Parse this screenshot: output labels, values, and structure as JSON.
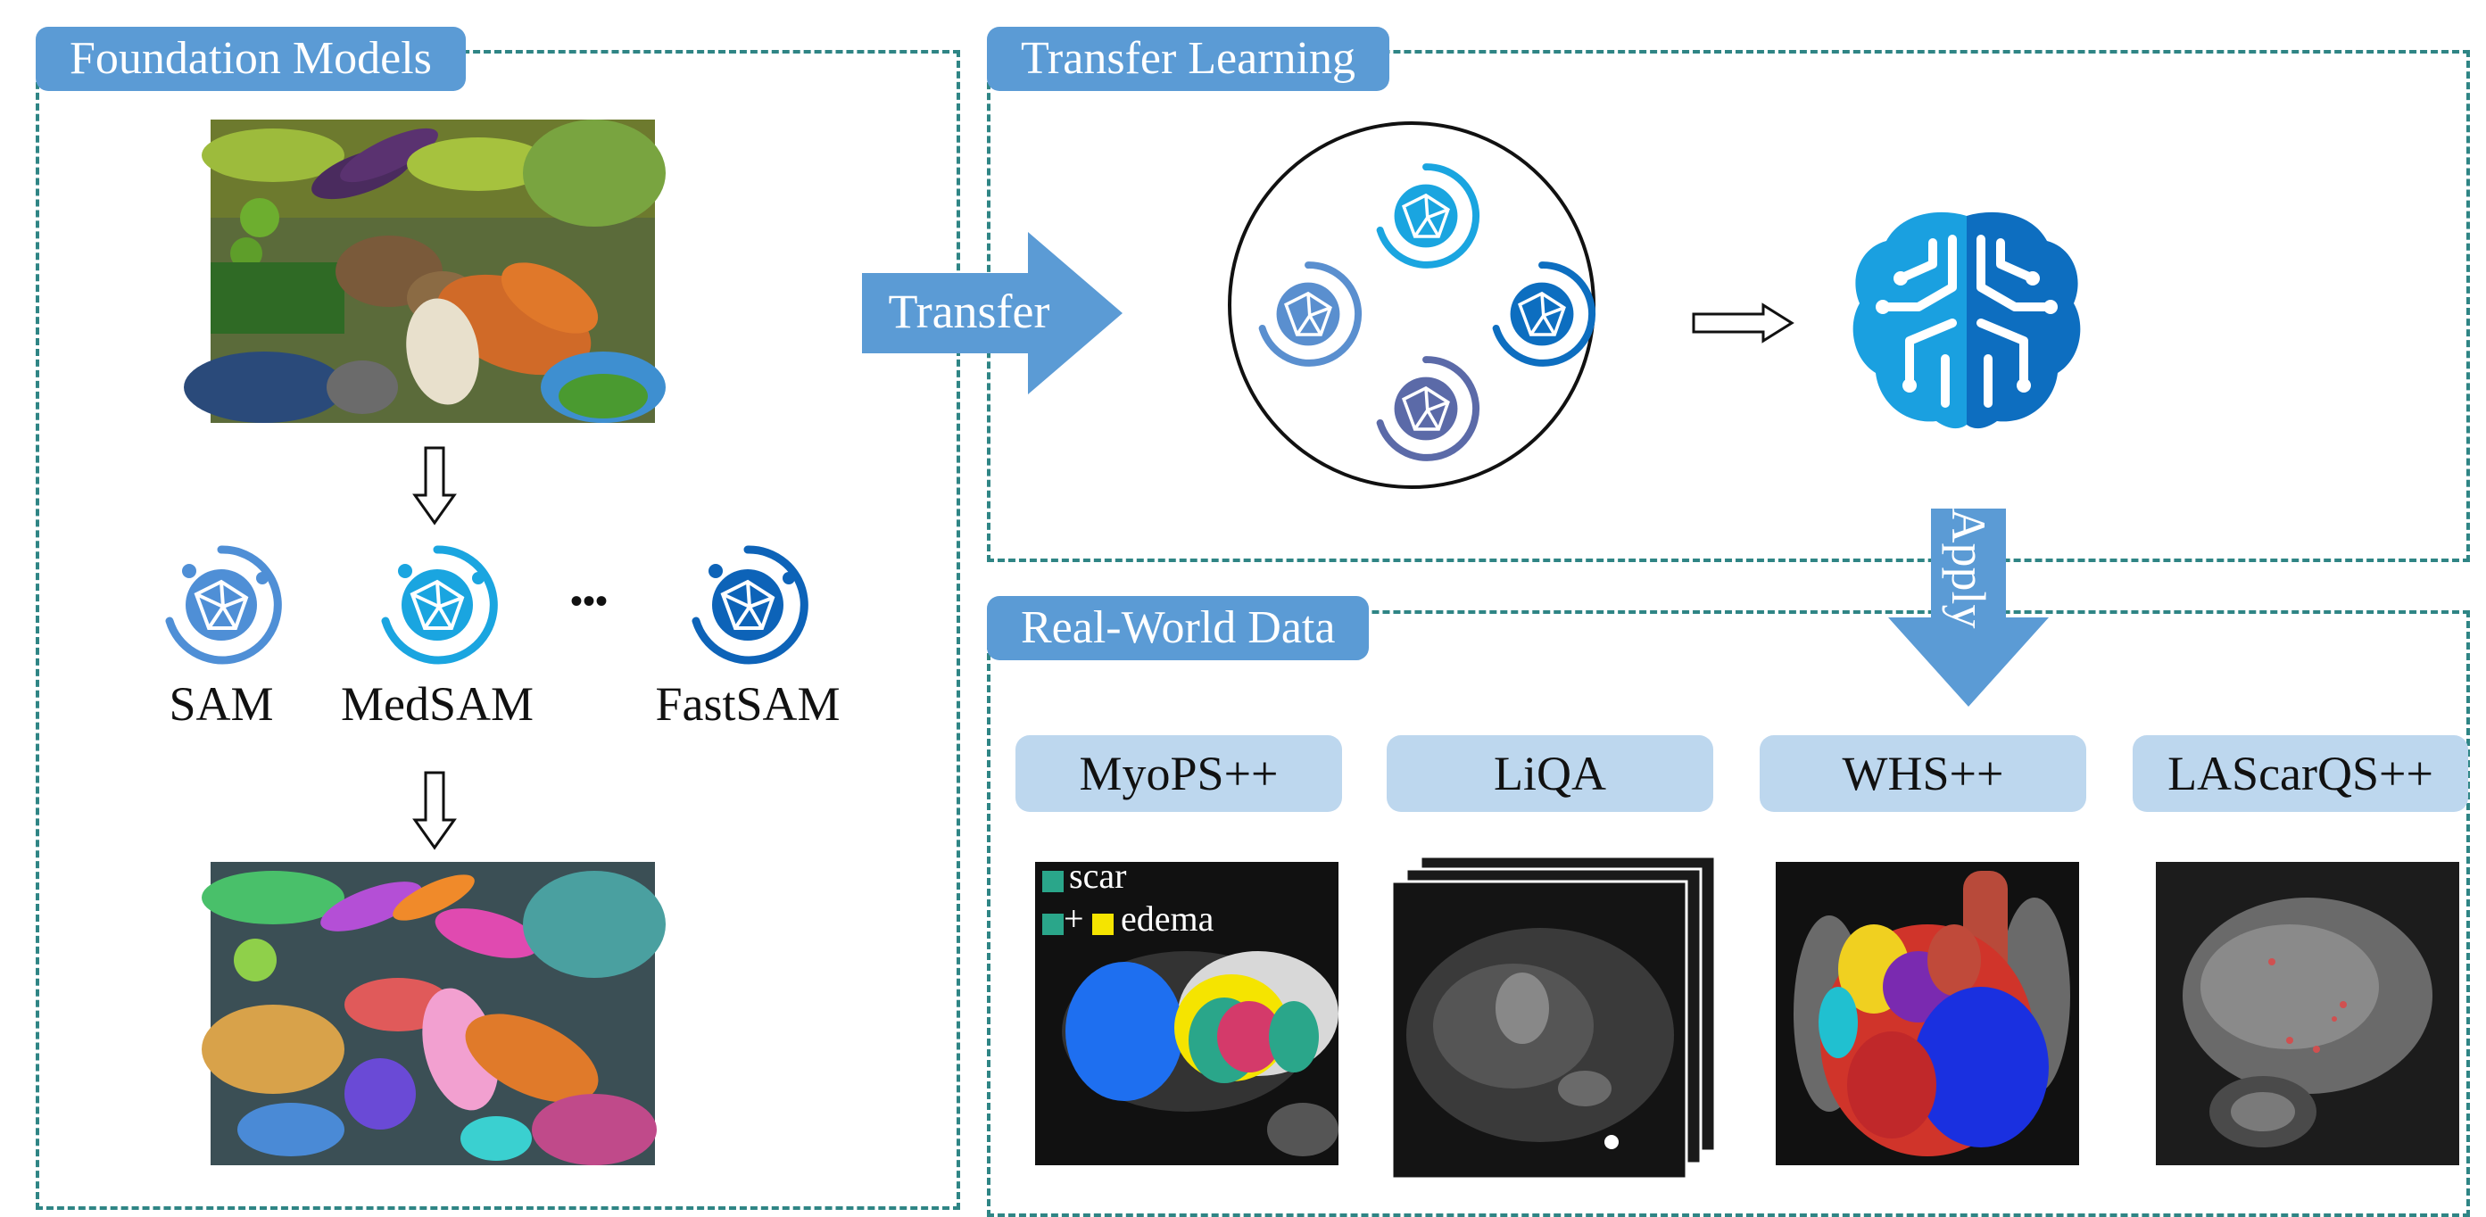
{
  "panels": {
    "foundation": {
      "title": "Foundation Models"
    },
    "transfer": {
      "title": "Transfer Learning"
    },
    "realworld": {
      "title": "Real-World Data"
    }
  },
  "models": [
    {
      "name": "SAM",
      "color": "#4f8fd6"
    },
    {
      "name": "MedSAM",
      "color": "#1aa5e0"
    },
    {
      "name": "FastSAM",
      "color": "#0d63b8"
    }
  ],
  "ellipsis": "•••",
  "arrows": {
    "transfer": "Transfer",
    "apply": "Apply"
  },
  "datasets": [
    {
      "name": "MyoPS++"
    },
    {
      "name": "LiQA"
    },
    {
      "name": "WHS++"
    },
    {
      "name": "LAScarQS++"
    }
  ],
  "myops_legend": {
    "scar": "scar",
    "plus": "+",
    "edema": "edema",
    "scar_color": "#2aa68a",
    "edema_color": "#f5e400"
  },
  "colors": {
    "accent": "#5b9bd5",
    "dashed_border": "#2f8585",
    "dataset_bg": "#bdd7ee"
  }
}
